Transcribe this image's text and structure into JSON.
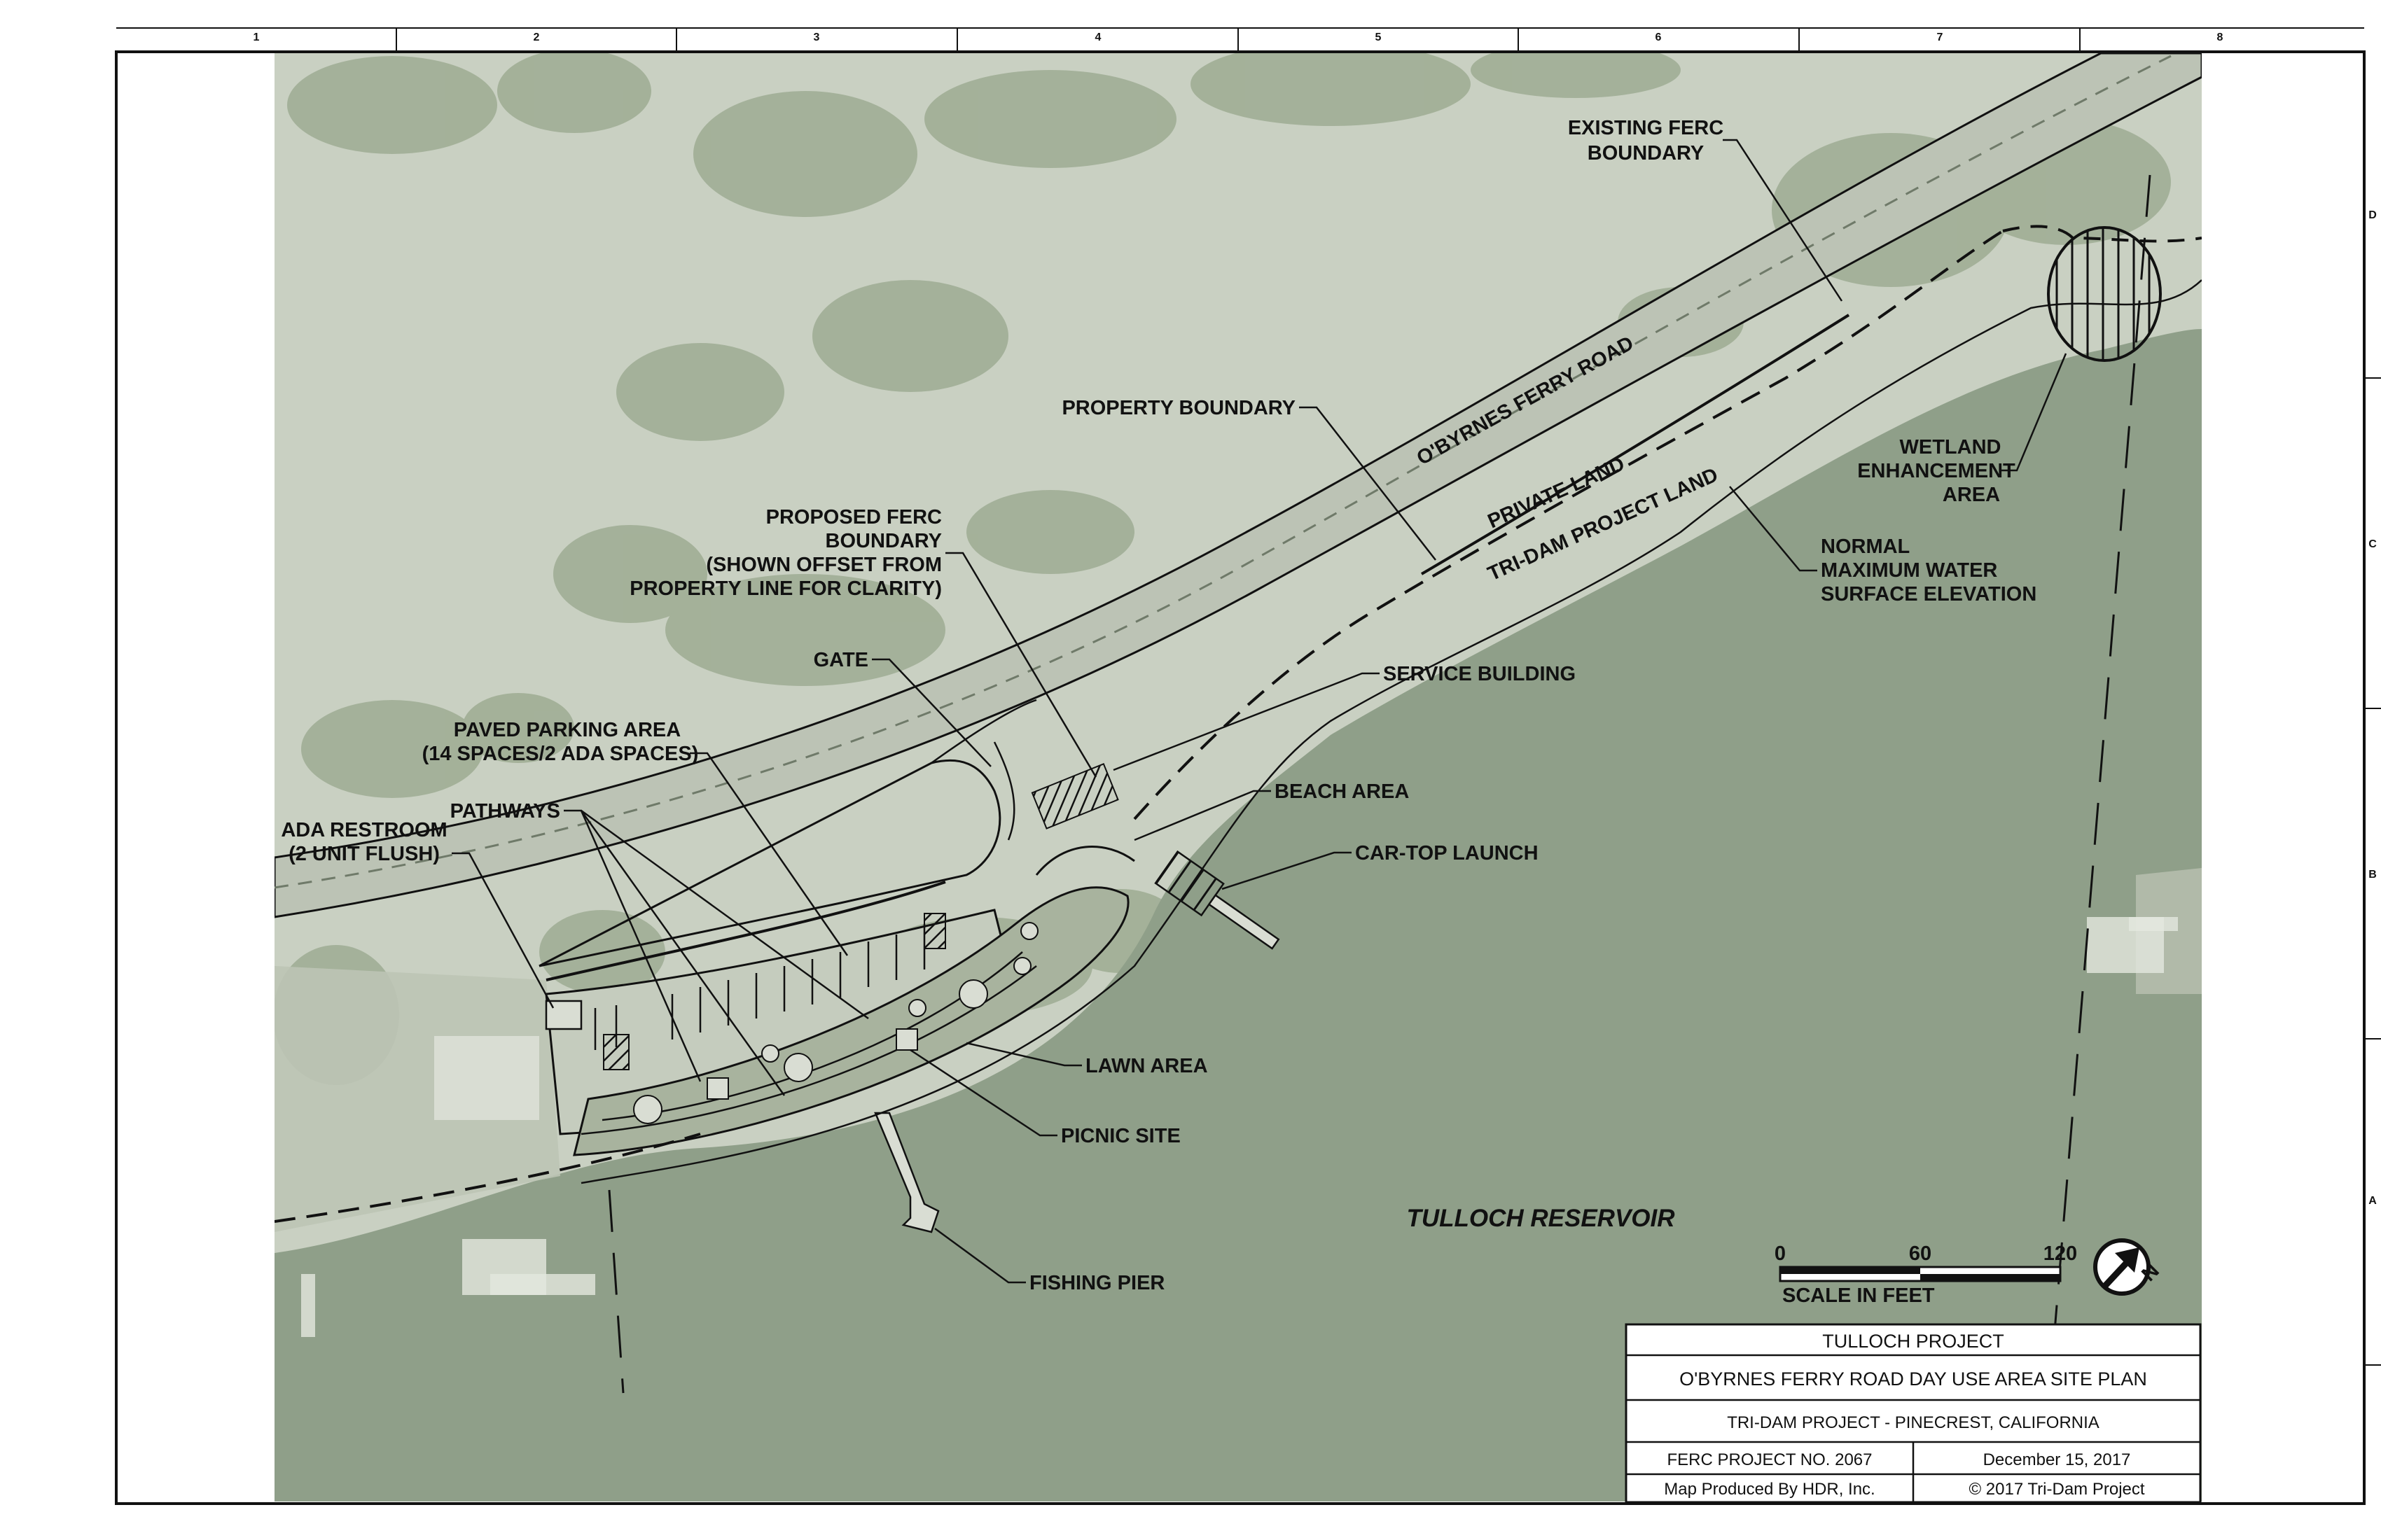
{
  "grid": {
    "columns": [
      "1",
      "2",
      "3",
      "4",
      "5",
      "6",
      "7",
      "8"
    ],
    "rows": [
      "D",
      "C",
      "B",
      "A"
    ]
  },
  "labels": {
    "existing_ferc_boundary": [
      "EXISTING FERC",
      "BOUNDARY"
    ],
    "property_boundary": "PROPERTY BOUNDARY",
    "road": "O'BYRNES FERRY ROAD",
    "private_land": "PRIVATE LAND",
    "tri_dam_land": "TRI-DAM PROJECT LAND",
    "wetland": [
      "WETLAND",
      "ENHANCEMENT",
      "AREA"
    ],
    "normal_max_wse": [
      "NORMAL",
      "MAXIMUM WATER",
      "SURFACE ELEVATION"
    ],
    "proposed_ferc_boundary": [
      "PROPOSED FERC",
      "BOUNDARY",
      "(SHOWN OFFSET FROM",
      "PROPERTY LINE FOR CLARITY)"
    ],
    "gate": "GATE",
    "service_building": "SERVICE BUILDING",
    "paved_parking": [
      "PAVED PARKING AREA",
      "(14 SPACES/2 ADA SPACES)"
    ],
    "beach_area": "BEACH AREA",
    "pathways": "PATHWAYS",
    "ada_restroom": [
      "ADA RESTROOM",
      "(2 UNIT FLUSH)"
    ],
    "car_top_launch": "CAR-TOP LAUNCH",
    "lawn_area": "LAWN AREA",
    "picnic_site": "PICNIC SITE",
    "fishing_pier": "FISHING PIER",
    "water_body": "TULLOCH RESERVOIR"
  },
  "scale": {
    "ticks": [
      "0",
      "60",
      "120"
    ],
    "caption": "SCALE  IN  FEET",
    "north": "N"
  },
  "title_block": {
    "project": "TULLOCH PROJECT",
    "plan_title": "O'BYRNES FERRY ROAD DAY USE AREA SITE PLAN",
    "location": "TRI-DAM PROJECT - PINECREST, CALIFORNIA",
    "ferc_no": "FERC PROJECT NO. 2067",
    "date": "December 15, 2017",
    "produced_by": "Map Produced By HDR, Inc.",
    "copyright": "© 2017 Tri-Dam Project"
  },
  "colors": {
    "land": "#c9d0c2",
    "vegetation": "#9eac93",
    "water": "#8f9f89",
    "road": "#bcc3b5",
    "linework": "#111111"
  }
}
